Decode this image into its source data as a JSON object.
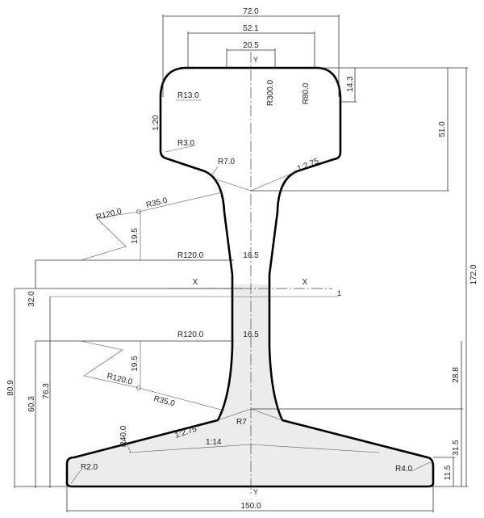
{
  "labels": {
    "w72": "72.0",
    "w52": "52.1",
    "w20": "20.5",
    "w150": "150.0",
    "web1": "16.5",
    "web2": "16.5",
    "h172": "172.0",
    "h51": "51.0",
    "h14": "14.3",
    "h288": "28.8",
    "h315": "31.5",
    "h115": "11.5",
    "h32": "32.0",
    "h763": "76.3",
    "h603": "60.3",
    "h809": "80.9",
    "v195a": "19.5",
    "v195b": "19.5",
    "r13": "R13.0",
    "r3": "R3.0",
    "r7": "R7.0",
    "r7b": "R7",
    "r300": "R300.0",
    "r80": "R80.0",
    "r120a": "R120.0",
    "r35a": "R35.0",
    "r120b": "R120.0",
    "r120c": "R120.0",
    "r120d": "R120.0",
    "r35b": "R35.0",
    "r40": "R40.0",
    "r2": "R2.0",
    "r4": "R4.0",
    "slope1": "1:2.75",
    "slope2": "1:2.75",
    "slope3": "1:14",
    "side120": "1:20",
    "axisY1": "Y",
    "axisY2": "Y",
    "axisX1": "X",
    "axisX2": "X",
    "one": "1"
  }
}
